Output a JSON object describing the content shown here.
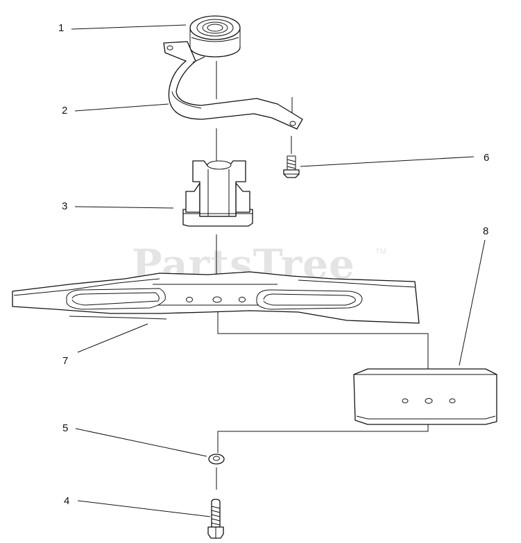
{
  "watermark": {
    "text": "PartsTree",
    "trademark": "TM"
  },
  "callouts": [
    {
      "number": "1",
      "part": "idler-pulley"
    },
    {
      "number": "2",
      "part": "idler-arm-bracket"
    },
    {
      "number": "3",
      "part": "blade-adapter"
    },
    {
      "number": "4",
      "part": "blade-bolt"
    },
    {
      "number": "5",
      "part": "washer"
    },
    {
      "number": "6",
      "part": "hex-screw"
    },
    {
      "number": "7",
      "part": "mower-blade"
    },
    {
      "number": "8",
      "part": "blade-plate"
    }
  ]
}
